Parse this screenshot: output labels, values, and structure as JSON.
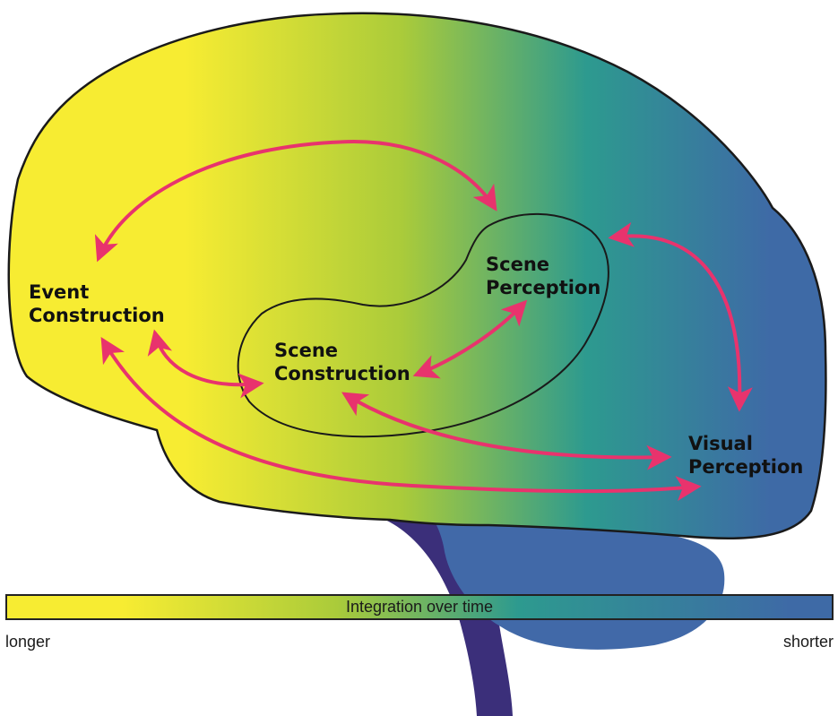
{
  "regions": {
    "event_construction": [
      "Event",
      "Construction"
    ],
    "scene_construction": [
      "Scene",
      "Construction"
    ],
    "scene_perception": [
      "Scene",
      "Perception"
    ],
    "visual_perception": [
      "Visual",
      "Perception"
    ]
  },
  "scale": {
    "title": "Integration over time",
    "left_label": "longer",
    "right_label": "shorter"
  },
  "colors": {
    "gradient": [
      "#f7ec32",
      "#aacb3a",
      "#2d9a8f",
      "#3e6aa6"
    ],
    "arrows": "#e8336d",
    "outline": "#1a1a1a",
    "brainstem": "#3b2f7a",
    "cerebellum": "#4169a8"
  }
}
